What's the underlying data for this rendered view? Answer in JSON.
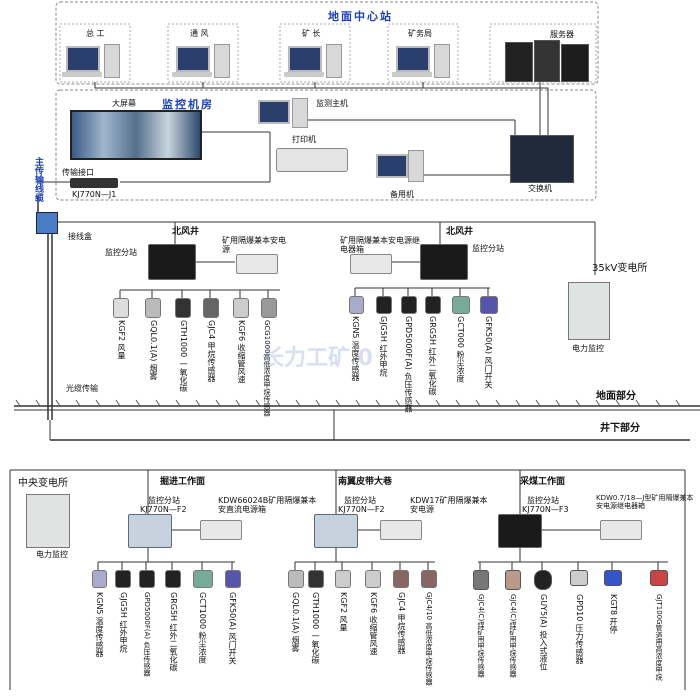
{
  "surface_station": {
    "title": "地面中心站",
    "terminals": [
      "总 工",
      "通 风",
      "矿 长",
      "矿务局",
      "服务器"
    ]
  },
  "control_room": {
    "title": "监控机房",
    "big_screen": "大屏幕",
    "monitor_host": "监测主机",
    "printer": "打印机",
    "backup": "备用机",
    "switch": "交换机",
    "transfer_interface": "传输接口",
    "transfer_model": "KJ770N—J1"
  },
  "trunk": {
    "main_line": "主传输线缆",
    "junction_box": "接线盒",
    "optical": "光缆传输"
  },
  "north_shaft_left": {
    "title": "北风井",
    "substation": "监控分站",
    "power": "矿用隔爆兼本安电源",
    "sensors": [
      "KGF2 风量",
      "GQL0.1(A) 烟雾",
      "GTH1000 一氧化碳",
      "GJC4 甲烷传感器",
      "KGF6 收缩管风速",
      "GCG1000高低浓度甲烷传感器"
    ]
  },
  "north_shaft_right": {
    "title": "北风井",
    "substation": "监控分站",
    "power": "矿用隔爆兼本安电源继电器箱",
    "sensors": [
      "KGN5 温度传感器",
      "GJG5H 红外甲烷",
      "GPD5000F(A) 负压传感器",
      "GRG5H 红外二氧化碳",
      "GCT000 粉尘浓度",
      "GFK50(A) 风门开关"
    ]
  },
  "substation_35kv": {
    "title": "35kV变电所",
    "power_monitor": "电力监控"
  },
  "division": {
    "surface": "地面部分",
    "underground": "井下部分"
  },
  "central_substation": {
    "title": "中央变电所",
    "power_monitor": "电力监控"
  },
  "heading_face": {
    "title": "掘进工作面",
    "substation": "监控分站",
    "model": "KJ770N—F2",
    "power": "KDW66024B矿用隔爆兼本安直流电源箱",
    "sensors": [
      "KGN5 温度传感器",
      "GJG5H 红外甲烷",
      "GPD5000F(A) 负压传感器",
      "GRG5H 红外二氧化碳",
      "GCT1000 粉尘浓度",
      "GFK50(A) 风门开关"
    ]
  },
  "belt_roadway": {
    "title": "南翼皮带大巷",
    "substation": "监控分站",
    "model": "KJ770N—F2",
    "power": "KDW17矿用隔爆兼本安电源",
    "sensors": [
      "GQL0.1(A) 烟雾",
      "GTH1000 一氧化碳",
      "KGF2 风量",
      "KGF6 收缩管风速",
      "GJC4 甲烷传感器",
      "GJC4/10 高低浓度甲烷传感器"
    ]
  },
  "mining_face": {
    "title": "采煤工作面",
    "substation": "监控分站",
    "model": "KJ770N—F3",
    "power": "KDW0.7/18—J型矿用隔爆兼本安电源继电器箱",
    "sensors": [
      "GJC4(C)煤矿用甲烷传感器",
      "GJC4(C)煤矿用甲烷传感器",
      "GUY5(A) 投入式液位",
      "GPD10 压力传感器",
      "KGT8 开停",
      "GJT100G管道用高浓度甲烷"
    ]
  },
  "watermark": "长力工矿 0"
}
